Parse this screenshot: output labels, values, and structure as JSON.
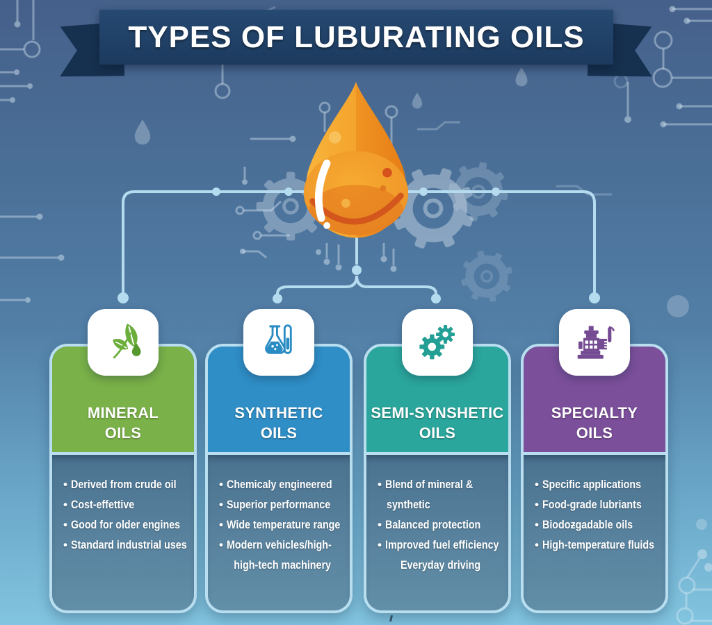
{
  "title": {
    "text": "TYPES OF LUBURATING OILS"
  },
  "center_graphic": {
    "name": "oil-drop-graphic"
  },
  "colors": {
    "banner": "#1c3a5e",
    "banner_tail": "#16314f",
    "background_top": "#45608a",
    "background_bottom": "#82c5e0",
    "connector": "#b5dbef",
    "card_border": "#b9def0",
    "card_body_top": "#4a7390",
    "card_body_bottom": "#628fa8",
    "drop_orange_light": "#f8b43c",
    "drop_orange_dark": "#e67d16"
  },
  "cards": [
    {
      "icon": "leaf-droplet-icon",
      "header_color": "#7ab148",
      "title_line1": "MINERAL",
      "title_line2": "OILS",
      "lines": [
        {
          "text": "Derived from crude oil"
        },
        {
          "text": "Cost-effettive"
        },
        {
          "text": "Good for older engines"
        },
        {
          "text": "Standard industrial uses"
        }
      ]
    },
    {
      "icon": "flask-test-tube-icon",
      "header_color": "#2f8ec6",
      "title_line1": "SYNTHETIC",
      "title_line2": "OILS",
      "lines": [
        {
          "text": "Chemicaly engineered"
        },
        {
          "text": "Superior performance"
        },
        {
          "text": "Wide temperature range"
        },
        {
          "text": "Modern vehicles/high-"
        },
        {
          "text": "high-tech machinery"
        }
      ]
    },
    {
      "icon": "gears-icon",
      "header_color": "#2aa69c",
      "title_line1": "SEMI-SYNSHETIC",
      "title_line2": "OILS",
      "lines": [
        {
          "text": "Blend of mineral &"
        },
        {
          "text": "synthetic"
        },
        {
          "text": "Balanced protection"
        },
        {
          "text": "Improved fuel efficiency"
        },
        {
          "text": "Everyday driving"
        }
      ]
    },
    {
      "icon": "industrial-machine-icon",
      "header_color": "#7b4f9a",
      "title_line1": "SPECIALTY",
      "title_line2": "OILS",
      "lines": [
        {
          "text": "Specific applications"
        },
        {
          "text": "Food-grade lubriants"
        },
        {
          "text": "Biodoƶgadable oils"
        },
        {
          "text": "High-temperature fluids"
        }
      ]
    }
  ]
}
